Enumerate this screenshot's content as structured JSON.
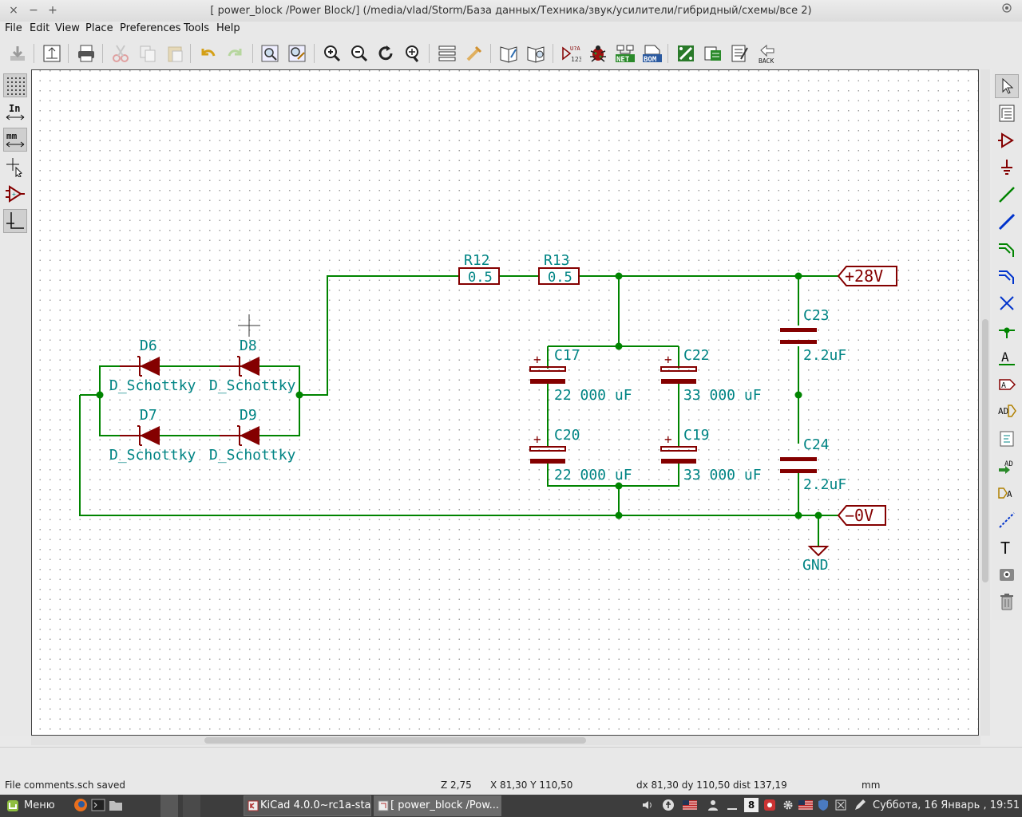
{
  "window": {
    "title": "[ power_block /Power Block/] (/media/vlad/Storm/База данных/Техника/звук/усилители/гибридный/схемы/все 2)",
    "controls": [
      "×",
      "−",
      "+"
    ]
  },
  "menu": [
    "File",
    "Edit",
    "View",
    "Place",
    "Preferences",
    "Tools",
    "Help"
  ],
  "toolbar": {
    "icons": [
      "new-icon",
      "page-settings-icon",
      "print-icon",
      "cut-icon",
      "copy-icon",
      "paste-icon",
      "undo-icon",
      "redo-icon",
      "find-icon",
      "find-replace-icon",
      "zoom-in-icon",
      "zoom-out-icon",
      "redraw-icon",
      "zoom-fit-icon",
      "hierarchy-icon",
      "leave-sheet-icon",
      "library-editor-icon",
      "library-browser-icon",
      "annotate-icon",
      "erc-icon",
      "netlist-icon",
      "bom-icon",
      "cvpcb-icon",
      "pcbnew-icon",
      "import-footprint-icon",
      "back-annotate-icon"
    ],
    "annotate_text": "U?A 123",
    "netlist_label": "NET",
    "bom_label": "BOM",
    "back_label": "BACK"
  },
  "left_toolbar": {
    "inch_label": "In",
    "mm_label": "mm"
  },
  "right_toolbar": {
    "label_tool_text": "A",
    "text_tool_text": "T"
  },
  "schematic": {
    "wire_color": "#008400",
    "component_color": "#840000",
    "text_color": "#008484",
    "junction_color": "#008400",
    "components": [
      {
        "ref": "R12",
        "value": "0.5"
      },
      {
        "ref": "R13",
        "value": "0.5"
      },
      {
        "ref": "D6",
        "value": "D_Schottky"
      },
      {
        "ref": "D8",
        "value": "D_Schottky"
      },
      {
        "ref": "D7",
        "value": "D_Schottky"
      },
      {
        "ref": "D9",
        "value": "D_Schottky"
      },
      {
        "ref": "C17",
        "value": "22 000 uF"
      },
      {
        "ref": "C22",
        "value": "33 000 uF"
      },
      {
        "ref": "C20",
        "value": "22 000 uF"
      },
      {
        "ref": "C19",
        "value": "33 000 uF"
      },
      {
        "ref": "C23",
        "value": "2.2uF"
      },
      {
        "ref": "C24",
        "value": "2.2uF"
      }
    ],
    "labels": [
      {
        "text": "+28V"
      },
      {
        "text": "−0V"
      }
    ],
    "power": {
      "name": "GND"
    },
    "polarity_mark": "+"
  },
  "status": {
    "message": "File comments.sch saved",
    "zoom": "Z 2,75",
    "cursor": "X 81,30  Y 110,50",
    "delta": "dx 81,30  dy 110,50  dist 137,19",
    "units": "mm"
  },
  "taskbar": {
    "menu_label": "Меню",
    "buttons": [
      "KiCad 4.0.0~rc1a-sta...",
      "[ power_block /Pow..."
    ],
    "tray_badge": "8",
    "datetime": "Суббота, 16 Январь , 19:51"
  }
}
